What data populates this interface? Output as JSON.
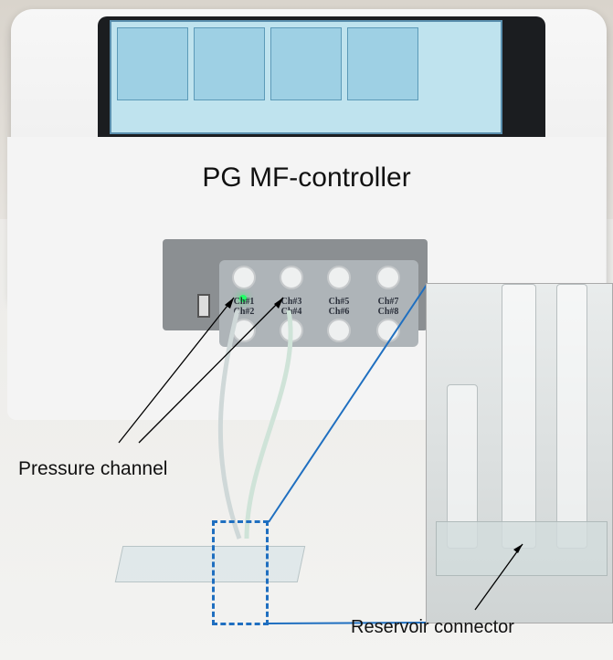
{
  "labels": {
    "device": "PG MF-controller",
    "pressure": "Pressure channel",
    "reservoir": "Reservoir connector"
  },
  "channels": [
    {
      "top": "Ch#1",
      "bottom": "Ch#2"
    },
    {
      "top": "Ch#3",
      "bottom": "Ch#4"
    },
    {
      "top": "Ch#5",
      "bottom": "Ch#6"
    },
    {
      "top": "Ch#7",
      "bottom": "Ch#8"
    }
  ],
  "colors": {
    "callout_line": "#1f6fc0",
    "indicator_led": "#22ff66"
  }
}
